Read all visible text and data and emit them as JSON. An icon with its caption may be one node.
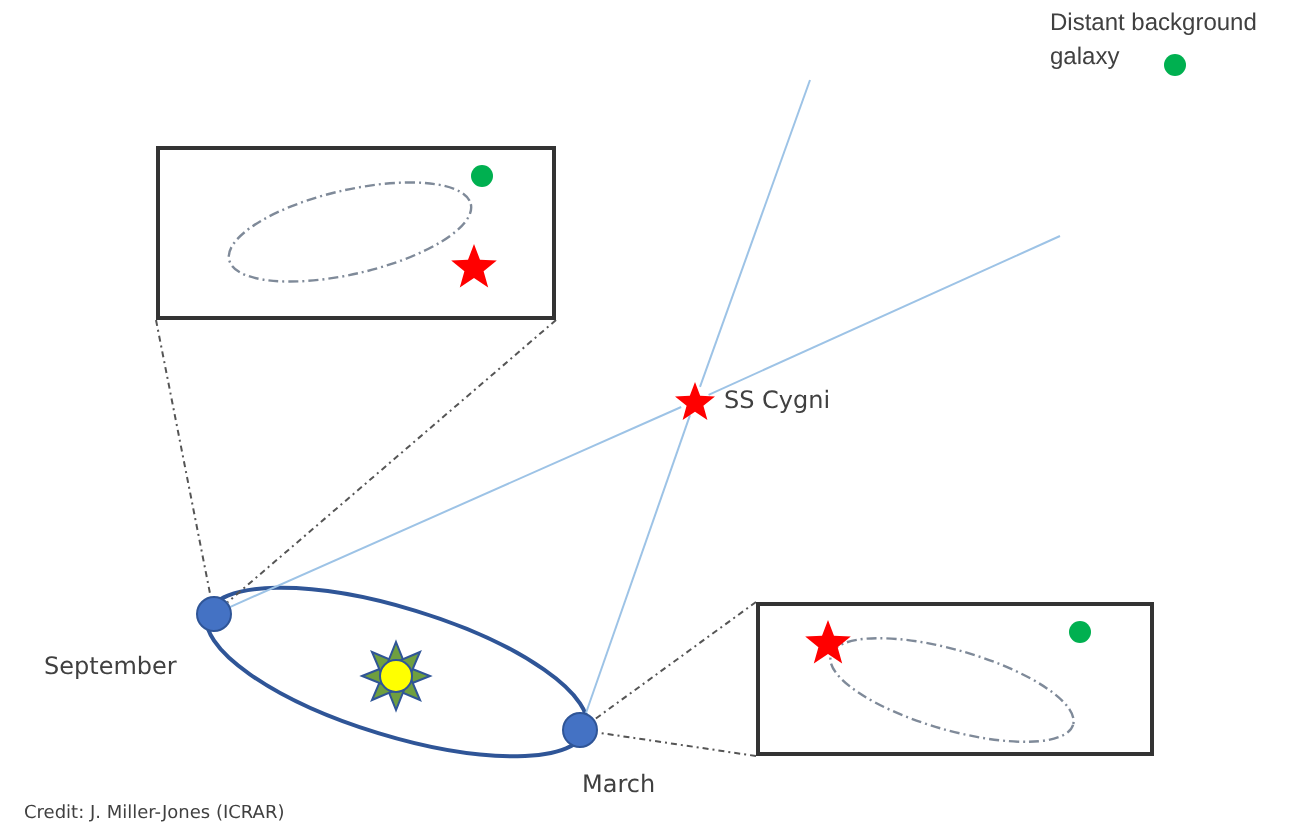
{
  "diagram": {
    "nodes": [
      {
        "text": [],
        "shape": "box"
      },
      {
        "text": [],
        "shape": "box"
      },
      {
        "text": [],
        "shape": "circle",
        "beside": [
          "September"
        ]
      },
      {
        "text": [],
        "shape": "circle",
        "beside": [
          "March"
        ]
      },
      {
        "text": [],
        "shape": "star",
        "beside": [
          "SS Cygni"
        ]
      }
    ],
    "edges": [
      {
        "from": 2,
        "to": 4,
        "arrow": "none",
        "color": "#9dc3e6"
      },
      {
        "from": 4,
        "to": null,
        "arrow": "none",
        "color": "#9dc3e6"
      },
      {
        "from": 3,
        "to": 4,
        "arrow": "none",
        "color": "#9dc3e6"
      },
      {
        "from": 4,
        "to": null,
        "arrow": "none",
        "color": "#9dc3e6"
      },
      {
        "from": 0,
        "to": 2,
        "arrow": "none",
        "style": "dashed",
        "color": "#555555"
      },
      {
        "from": 0,
        "to": 2,
        "arrow": "none",
        "style": "dashed",
        "color": "#555555"
      },
      {
        "from": 1,
        "to": 3,
        "arrow": "none",
        "style": "dashed",
        "color": "#555555"
      },
      {
        "from": 1,
        "to": 3,
        "arrow": "none",
        "style": "dashed",
        "color": "#555555"
      }
    ],
    "labels": [
      "Credit: J. Miller-Jones (ICRAR)"
    ],
    "legend": [
      {
        "text": "Distant background galaxy",
        "color": "#00b050"
      }
    ]
  }
}
